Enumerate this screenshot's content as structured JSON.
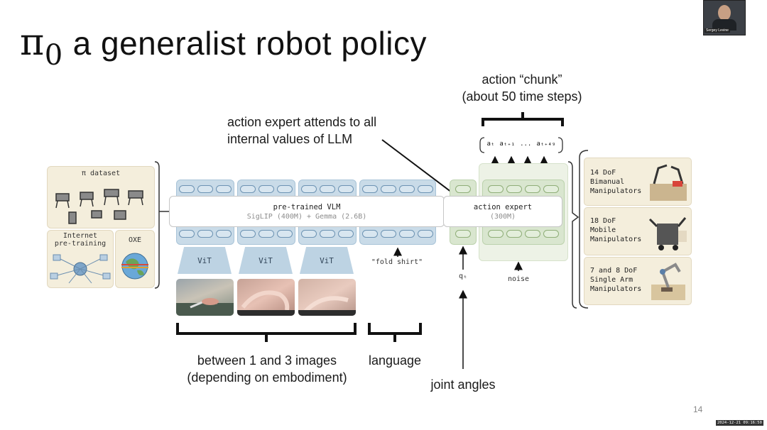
{
  "slide": {
    "title_symbol": "π",
    "title_subscript": "0",
    "title_text": "a generalist robot policy",
    "page_number": "14",
    "timestamp": "2024-12-21 09:16:50",
    "presenter_name": "Sergey Levine"
  },
  "left_panel": {
    "dataset_label": "π dataset",
    "internet_label_1": "Internet",
    "internet_label_2": "pre-training",
    "oxe_label": "OXE"
  },
  "vlm": {
    "name": "pre-trained VLM",
    "detail": "SigLIP (400M) + Gemma (2.6B)",
    "vit_labels": [
      "ViT",
      "ViT",
      "ViT"
    ],
    "language_prompt": "\"fold shirt\""
  },
  "expert": {
    "name": "action expert",
    "detail": "(300M)",
    "q_label": "qₜ",
    "noise_label": "noise",
    "action_tokens": [
      "aₜ",
      "aₜ₊₁",
      "...",
      "aₜ₊₄₉"
    ]
  },
  "annotations": {
    "chunk_line1": "action “chunk”",
    "chunk_line2": "(about 50 time steps)",
    "attends_line1": "action expert attends to all",
    "attends_line2": "internal values of LLM",
    "images_line1": "between 1 and 3 images",
    "images_line2": "(depending on embodiment)",
    "language": "language",
    "joint_angles": "joint angles"
  },
  "embodiments": [
    {
      "line1": "14 DoF",
      "line2": "Bimanual",
      "line3": "Manipulators"
    },
    {
      "line1": "18 DoF",
      "line2": "Mobile",
      "line3": "Manipulators"
    },
    {
      "line1": "7 and 8 DoF",
      "line2": "Single Arm",
      "line3": "Manipulators"
    }
  ]
}
